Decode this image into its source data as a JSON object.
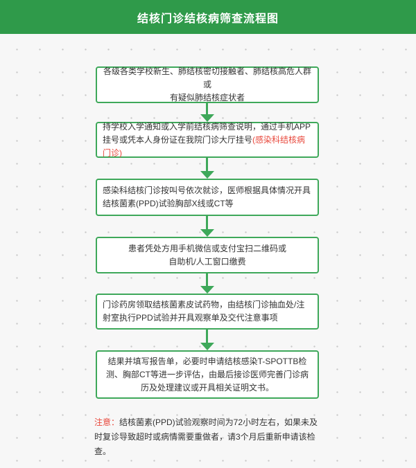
{
  "header": {
    "title": "结核门诊结核病筛查流程图"
  },
  "steps": [
    {
      "line1": "各级各类学校新生、肺结核密切接触者、肺结核高危人群或",
      "line2": "有疑似肺结核症状者"
    },
    {
      "text": "持学校入学通知或入学前结核病筛查说明，通过手机APP挂号或凭本人身份证在我院门诊大厅挂号",
      "highlight": "(感染科结核病门诊)"
    },
    {
      "text": "感染科结核门诊按叫号依次就诊，医师根据具体情况开具结核菌素(PPD)试验胸部X线或CT等"
    },
    {
      "line1": "患者凭处方用手机微信或支付宝扫二维码或",
      "line2": "自助机/人工窗口缴费"
    },
    {
      "text": "门诊药房领取结核菌素皮试药物，由结核门诊抽血处/注射室执行PPD试验并开具观察单及交代注意事项"
    },
    {
      "text": "结果并填写报告单，必要时申请结核感染T-SPOTTB检测、胸部CT等进一步评估，由最后接诊医师完善门诊病历及处理建议或开具相关证明文书。"
    }
  ],
  "note": {
    "label": "注意：",
    "text": "结核菌素(PPD)试验观察时间为72小时左右，如果未及时复诊导致超时或病情需要重做者，请3个月后重新申请该检查。"
  },
  "colors": {
    "header_bg": "#2f9a4a",
    "accent": "#3ea85a",
    "highlight": "#e8473b"
  }
}
